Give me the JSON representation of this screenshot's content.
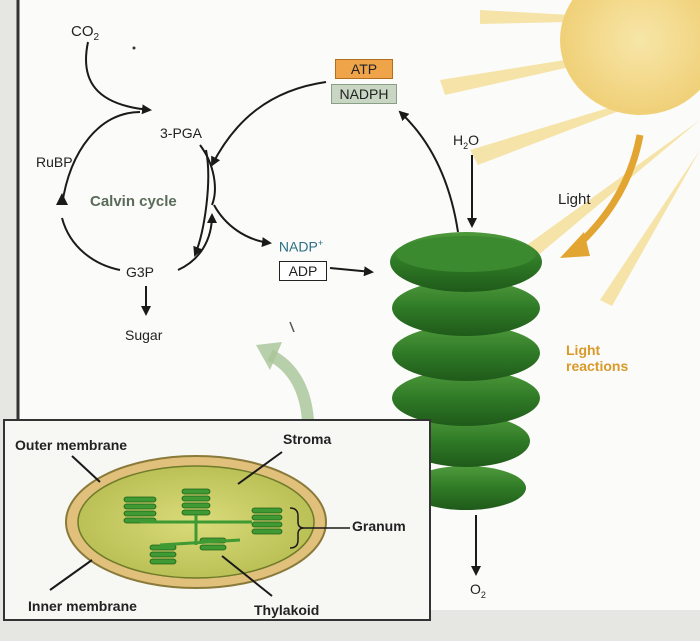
{
  "calvin": {
    "co2": "CO",
    "co2_sub": "2",
    "pga": "3-PGA",
    "rubp": "RuBP",
    "title": "Calvin cycle",
    "g3p": "G3P",
    "sugar": "Sugar"
  },
  "energy": {
    "atp": "ATP",
    "nadph": "NADPH",
    "nadp": "NADP",
    "nadp_sup": "+",
    "adp": "ADP"
  },
  "light_side": {
    "h2o": "H",
    "h2o_sub": "2",
    "h2o_tail": "O",
    "light": "Light",
    "reactions_line1": "Light",
    "reactions_line2": "reactions",
    "o2": "O",
    "o2_sub": "2"
  },
  "chloroplast": {
    "outer_membrane": "Outer membrane",
    "stroma": "Stroma",
    "granum": "Granum",
    "inner_membrane": "Inner membrane",
    "thylakoid": "Thylakoid"
  },
  "colors": {
    "atp_fill": "#f0a44a",
    "nadph_fill": "#c9d6c4",
    "thylakoid_green": "#2f7a26",
    "light_reactions_text": "#d99a2a",
    "sun_rays": "#f1d27a",
    "stroma_fill": "#c7cc5e"
  }
}
